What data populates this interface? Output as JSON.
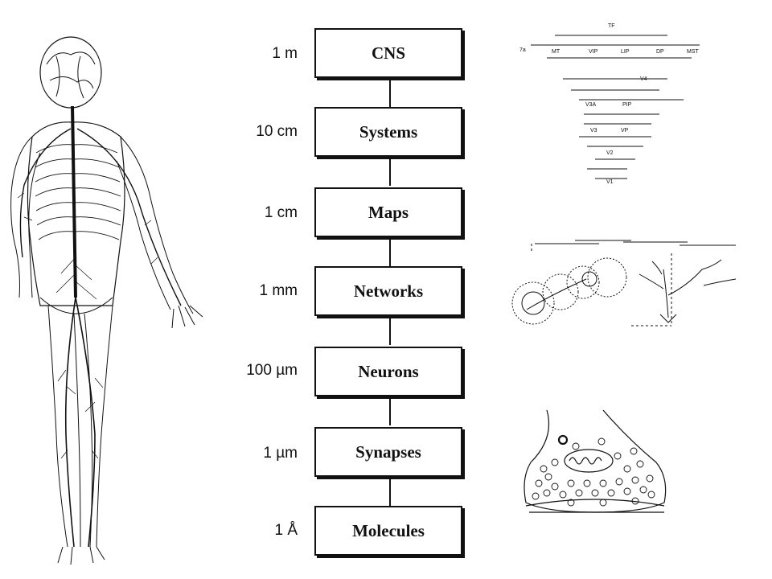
{
  "levels": [
    {
      "name": "CNS",
      "scale": "1 m"
    },
    {
      "name": "Systems",
      "scale": "10 cm"
    },
    {
      "name": "Maps",
      "scale": "1 cm"
    },
    {
      "name": "Networks",
      "scale": "1 mm"
    },
    {
      "name": "Neurons",
      "scale": "100 µm"
    },
    {
      "name": "Synapses",
      "scale": "1 µm"
    },
    {
      "name": "Molecules",
      "scale": "1 Å"
    }
  ],
  "visual_hierarchy": {
    "labels": [
      "7a",
      "TF",
      "MT",
      "VIP",
      "LIP",
      "DP",
      "MST",
      "V4",
      "V3A",
      "PIP",
      "V3",
      "VP",
      "V2",
      "V1"
    ]
  },
  "icons": [
    "human-nervous-system-illustration",
    "visual-hierarchy-diagram",
    "neural-network-diagram",
    "synapse-illustration"
  ],
  "colors": {
    "ink": "#111111",
    "background": "#ffffff"
  }
}
